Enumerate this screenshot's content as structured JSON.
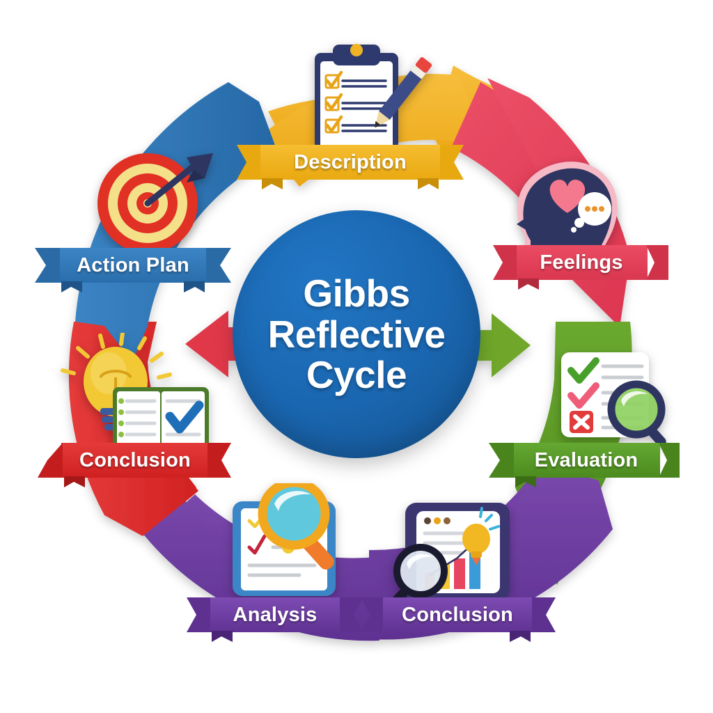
{
  "diagram": {
    "title": "Gibbs Reflective Cycle",
    "title_lines": [
      "Gibbs",
      "Reflective",
      "Cycle"
    ],
    "type": "circular-cycle-infographic",
    "background_color": "#ffffff",
    "center": {
      "label": "Gibbs Reflective Cycle",
      "fill_color": "#1a66b0",
      "text_color": "#ffffff"
    },
    "stages": [
      {
        "id": "description",
        "label": "Description",
        "color": "#F2B32C",
        "banner_color": "#F0B323",
        "banner_dark": "#D99B12",
        "icon": "clipboard-checklist-pencil-icon",
        "position": "top"
      },
      {
        "id": "feelings",
        "label": "Feelings",
        "color": "#E8455F",
        "banner_color": "#E8455F",
        "banner_dark": "#C9304A",
        "icon": "head-heart-thought-icon",
        "position": "upper-right"
      },
      {
        "id": "evaluation",
        "label": "Evaluation",
        "color": "#5C9A2B",
        "banner_color": "#5FA630",
        "banner_dark": "#46821C",
        "icon": "checklist-magnifier-icon",
        "position": "lower-right"
      },
      {
        "id": "conclusion-right",
        "label": "Conclusion",
        "color": "#6B3FA0",
        "banner_color": "#7B4CB0",
        "banner_dark": "#5B3088",
        "icon": "chart-lightbulb-magnifier-icon",
        "position": "bottom-right"
      },
      {
        "id": "analysis",
        "label": "Analysis",
        "color": "#6B3FA0",
        "banner_color": "#7B4CB0",
        "banner_dark": "#5B3088",
        "icon": "clipboard-magnifier-icon",
        "position": "bottom-left"
      },
      {
        "id": "conclusion-left",
        "label": "Conclusion",
        "color": "#E02B2B",
        "banner_color": "#E32B2B",
        "banner_dark": "#B81C1C",
        "icon": "lightbulb-book-check-icon",
        "position": "lower-left"
      },
      {
        "id": "action-plan",
        "label": "Action Plan",
        "color": "#2E75B6",
        "banner_color": "#2E78B8",
        "banner_dark": "#1F5B92",
        "icon": "target-arrow-icon",
        "position": "upper-left"
      }
    ],
    "arrows": [
      {
        "id": "arrow-right",
        "direction": "right",
        "color": "#6FA72B"
      },
      {
        "id": "arrow-left",
        "direction": "left",
        "color": "#E0384A"
      }
    ]
  }
}
